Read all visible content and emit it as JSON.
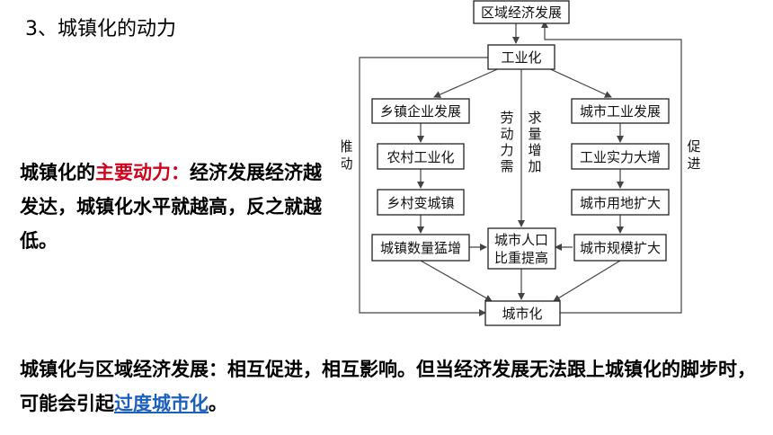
{
  "heading": "3、城镇化的动力",
  "para1": {
    "prefix": "城镇化的",
    "highlight": "主要动力：",
    "rest": "经济发展经济越发达，城镇化水平就越高，反之就越低。"
  },
  "para2": {
    "text": "城镇化与区域经济发展：相互促进，相互影响。但当经济发展无法跟上城镇化的脚步时，可能会引起",
    "link": "过度城市化",
    "suffix": "。"
  },
  "diagram": {
    "nodes": {
      "regional": "区域经济发展",
      "industrialization": "工业化",
      "township_enterprise": "乡镇企业发展",
      "rural_industrialization": "农村工业化",
      "village_to_town": "乡村变城镇",
      "town_growth": "城镇数量猛增",
      "urban_pop_1": "城市人口",
      "urban_pop_2": "比重提高",
      "urban_industry": "城市工业发展",
      "industrial_strength": "工业实力大增",
      "urban_land": "城市用地扩大",
      "urban_scale": "城市规模扩大",
      "urbanization": "城市化"
    },
    "labels": {
      "push": [
        "推",
        "动"
      ],
      "promote": [
        "促",
        "进"
      ],
      "labor_demand": [
        "劳",
        "动",
        "力",
        "需"
      ],
      "demand_increase": [
        "求",
        "量",
        "增",
        "加"
      ]
    }
  }
}
